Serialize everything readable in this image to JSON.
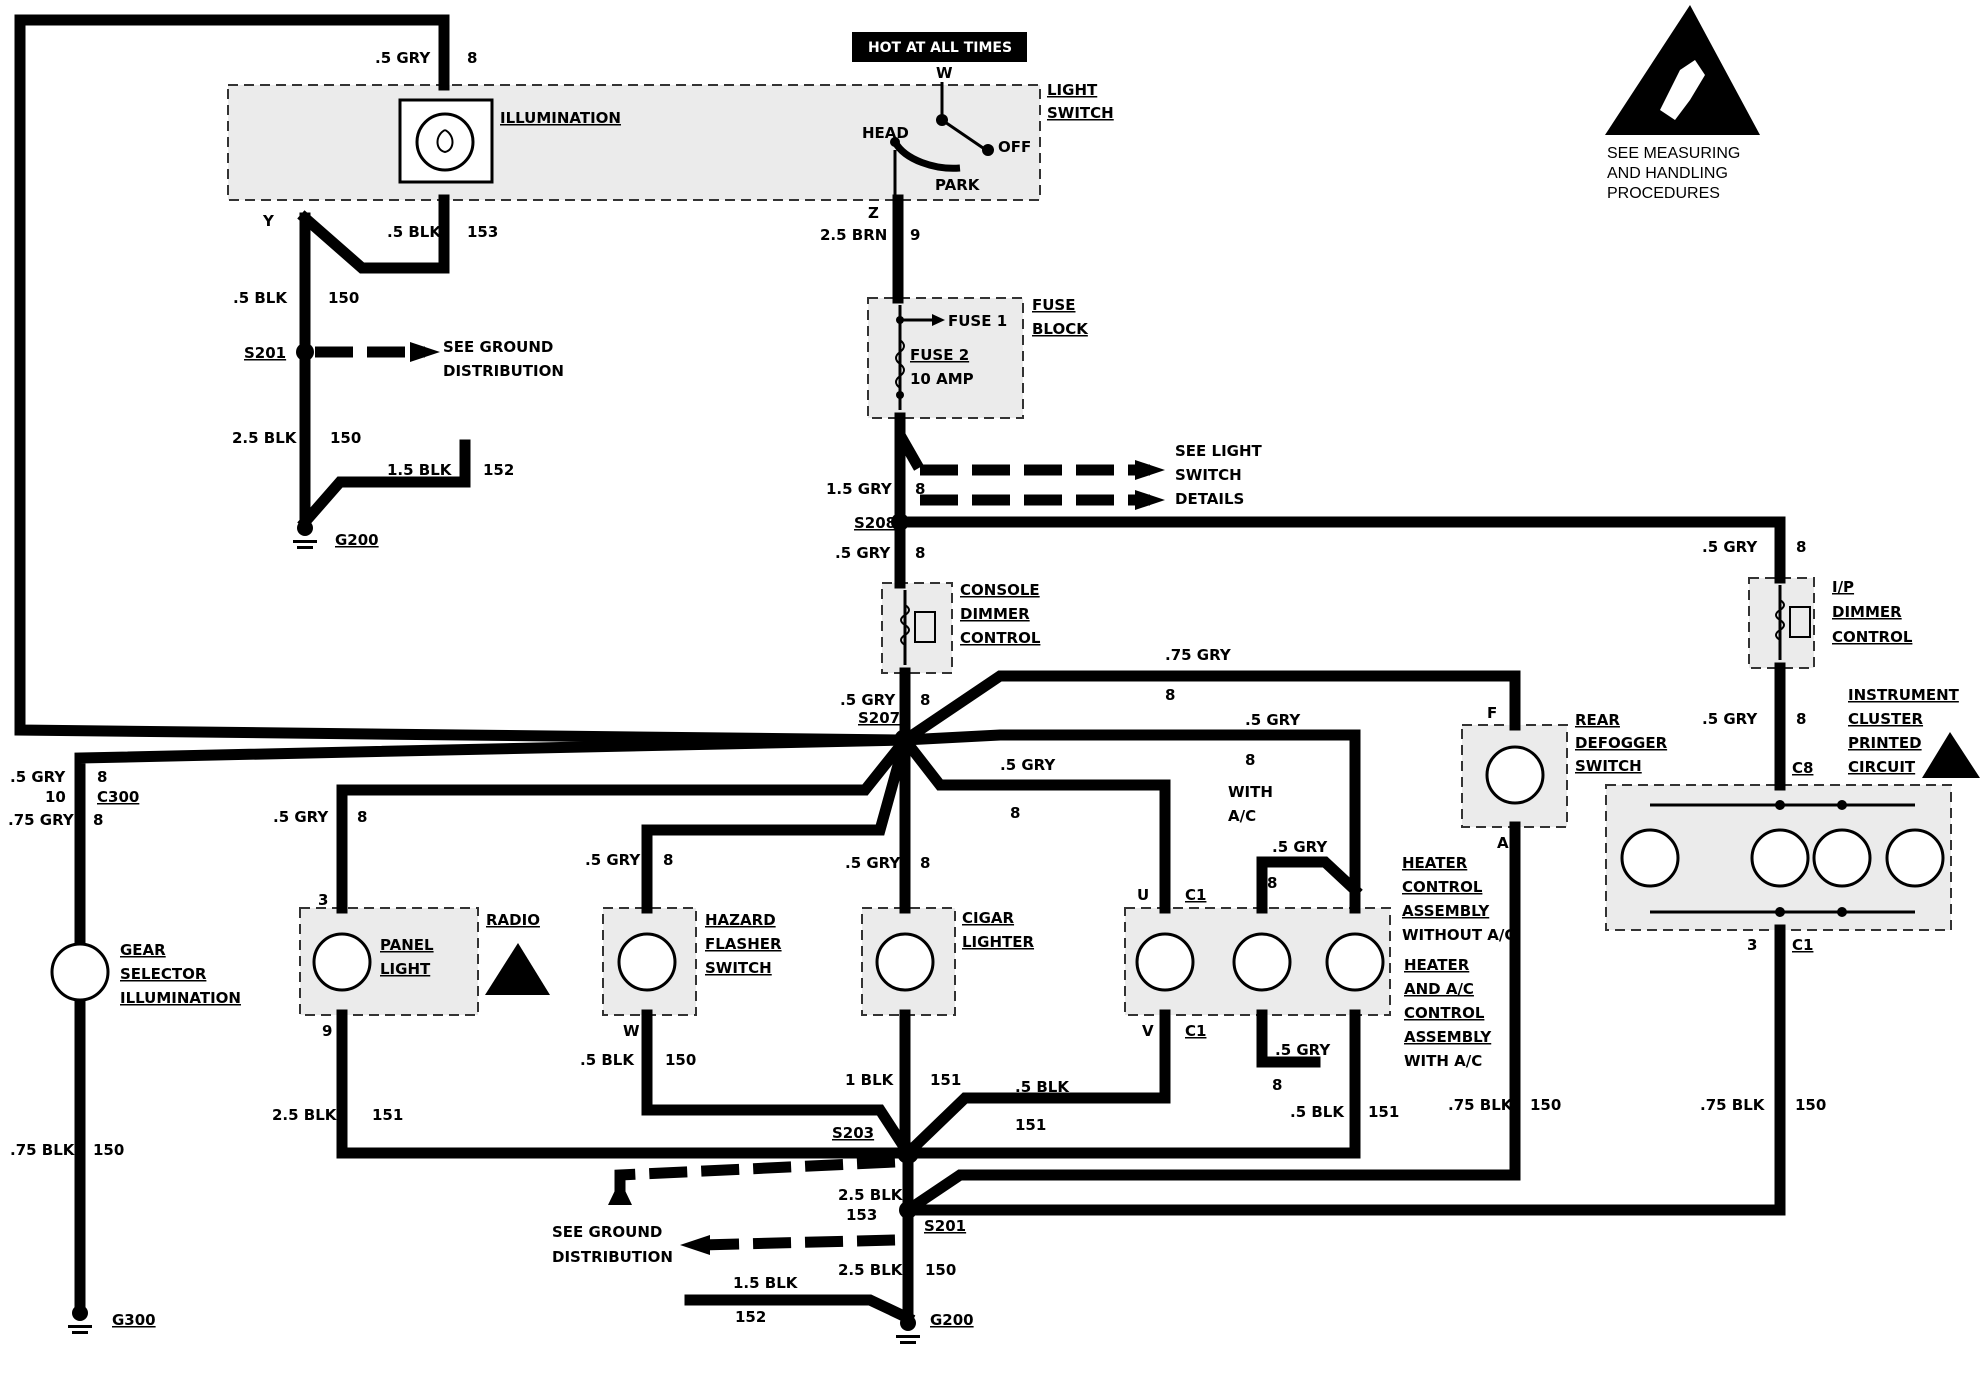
{
  "banner": "HOT AT ALL TIMES",
  "warning": {
    "line1": "SEE MEASURING",
    "line2": "AND HANDLING",
    "line3": "PROCEDURES"
  },
  "components": {
    "illumination": "ILLUMINATION",
    "light_switch": [
      "LIGHT",
      "SWITCH"
    ],
    "switch_positions": {
      "w": "W",
      "head": "HEAD",
      "off": "OFF",
      "park": "PARK"
    },
    "fuse_block": [
      "FUSE",
      "BLOCK"
    ],
    "fuse1": "FUSE 1",
    "fuse2": "FUSE 2",
    "fuse2_rating": "10 AMP",
    "console_dimmer": [
      "CONSOLE",
      "DIMMER",
      "CONTROL"
    ],
    "ip_dimmer": [
      "I/P",
      "DIMMER",
      "CONTROL"
    ],
    "rear_defogger": [
      "REAR",
      "DEFOGGER",
      "SWITCH"
    ],
    "instrument_cluster": [
      "INSTRUMENT",
      "CLUSTER",
      "PRINTED",
      "CIRCUIT"
    ],
    "gear_selector": [
      "GEAR",
      "SELECTOR",
      "ILLUMINATION"
    ],
    "panel_light": [
      "PANEL",
      "LIGHT"
    ],
    "radio": "RADIO",
    "hazard": [
      "HAZARD",
      "FLASHER",
      "SWITCH"
    ],
    "cigar": [
      "CIGAR",
      "LIGHTER"
    ],
    "heater_without_ac": [
      "HEATER",
      "CONTROL",
      "ASSEMBLY",
      "WITHOUT A/C"
    ],
    "heater_with_ac": [
      "HEATER",
      "AND A/C",
      "CONTROL",
      "ASSEMBLY",
      "WITH A/C"
    ],
    "with_ac": [
      "WITH",
      "A/C"
    ],
    "see_ground_1": [
      "SEE GROUND",
      "DISTRIBUTION"
    ],
    "see_ground_2": [
      "SEE GROUND",
      "DISTRIBUTION"
    ],
    "see_light": [
      "SEE LIGHT",
      "SWITCH",
      "DETAILS"
    ]
  },
  "splices": {
    "s201_top": "S201",
    "s208": "S208",
    "s207": "S207",
    "s203": "S203",
    "s201_bottom": "S201"
  },
  "grounds": {
    "g200_top": "G200",
    "g300": "G300",
    "g200_bottom": "G200"
  },
  "connectors": {
    "c300": "C300",
    "c8": "C8",
    "c1_cluster": "C1",
    "c1_top": "C1",
    "c1_bottom": "C1"
  },
  "pins": {
    "y": "Y",
    "z": "Z",
    "f": "F",
    "a": "A",
    "u": "U",
    "v": "V",
    "w": "W",
    "p3": "3",
    "p9": "9",
    "p10": "10",
    "p3b": "3"
  },
  "wires": {
    "w1": {
      "gauge": ".5 GRY",
      "circuit": "8"
    },
    "w2": {
      "gauge": ".5 BLK",
      "circuit": "153"
    },
    "w3": {
      "gauge": "2.5 BRN",
      "circuit": "9"
    },
    "w4": {
      "gauge": ".5 BLK",
      "circuit": "150"
    },
    "w5": {
      "gauge": "2.5 BLK",
      "circuit": "150"
    },
    "w6": {
      "gauge": "1.5 BLK",
      "circuit": "152"
    },
    "w7": {
      "gauge": "1.5 GRY",
      "circuit": "8"
    },
    "w8": {
      "gauge": ".5 GRY",
      "circuit": "8"
    },
    "w9": {
      "gauge": ".5 GRY",
      "circuit": "8"
    },
    "w10": {
      "gauge": ".5 GRY",
      "circuit": "8"
    },
    "w11": {
      "gauge": ".75 GRY",
      "circuit": "8"
    },
    "w12": {
      "gauge": ".5 GRY",
      "circuit": "8"
    },
    "w13": {
      "gauge": ".5 GRY",
      "circuit": "8"
    },
    "w14": {
      "gauge": ".5 GRY",
      "circuit": "8"
    },
    "w15": {
      "gauge": ".5 GRY",
      "circuit": "8"
    },
    "w16": {
      "gauge": ".5 GRY",
      "circuit": "8"
    },
    "w17": {
      "gauge": ".5 GRY",
      "circuit": "8"
    },
    "w18": {
      "gauge": ".5 GRY",
      "circuit": "8"
    },
    "w19": {
      "gauge": ".75 GRY",
      "circuit": "8"
    },
    "w20": {
      "gauge": ".5 GRY",
      "circuit": "8"
    },
    "w21": {
      "gauge": ".5 GRY",
      "circuit": "8"
    },
    "w22": {
      "gauge": ".5 BLK",
      "circuit": "150"
    },
    "w23": {
      "gauge": "1 BLK",
      "circuit": "151"
    },
    "w24": {
      "gauge": ".5 BLK",
      "circuit": "151"
    },
    "w25": {
      "gauge": "2.5 BLK",
      "circuit": "151"
    },
    "w26": {
      "gauge": ".5 BLK",
      "circuit": "151"
    },
    "w27": {
      "gauge": ".5 BLK",
      "circuit": "151"
    },
    "w28": {
      "gauge": ".75 BLK",
      "circuit": "150"
    },
    "w29": {
      "gauge": ".75 BLK",
      "circuit": "150"
    },
    "w30": {
      "gauge": ".75 BLK",
      "circuit": "150"
    },
    "w31": {
      "gauge": "2.5 BLK",
      "circuit": "153"
    },
    "w32": {
      "gauge": "2.5 BLK",
      "circuit": "150"
    },
    "w33": {
      "gauge": "1.5 BLK",
      "circuit": "152"
    }
  }
}
